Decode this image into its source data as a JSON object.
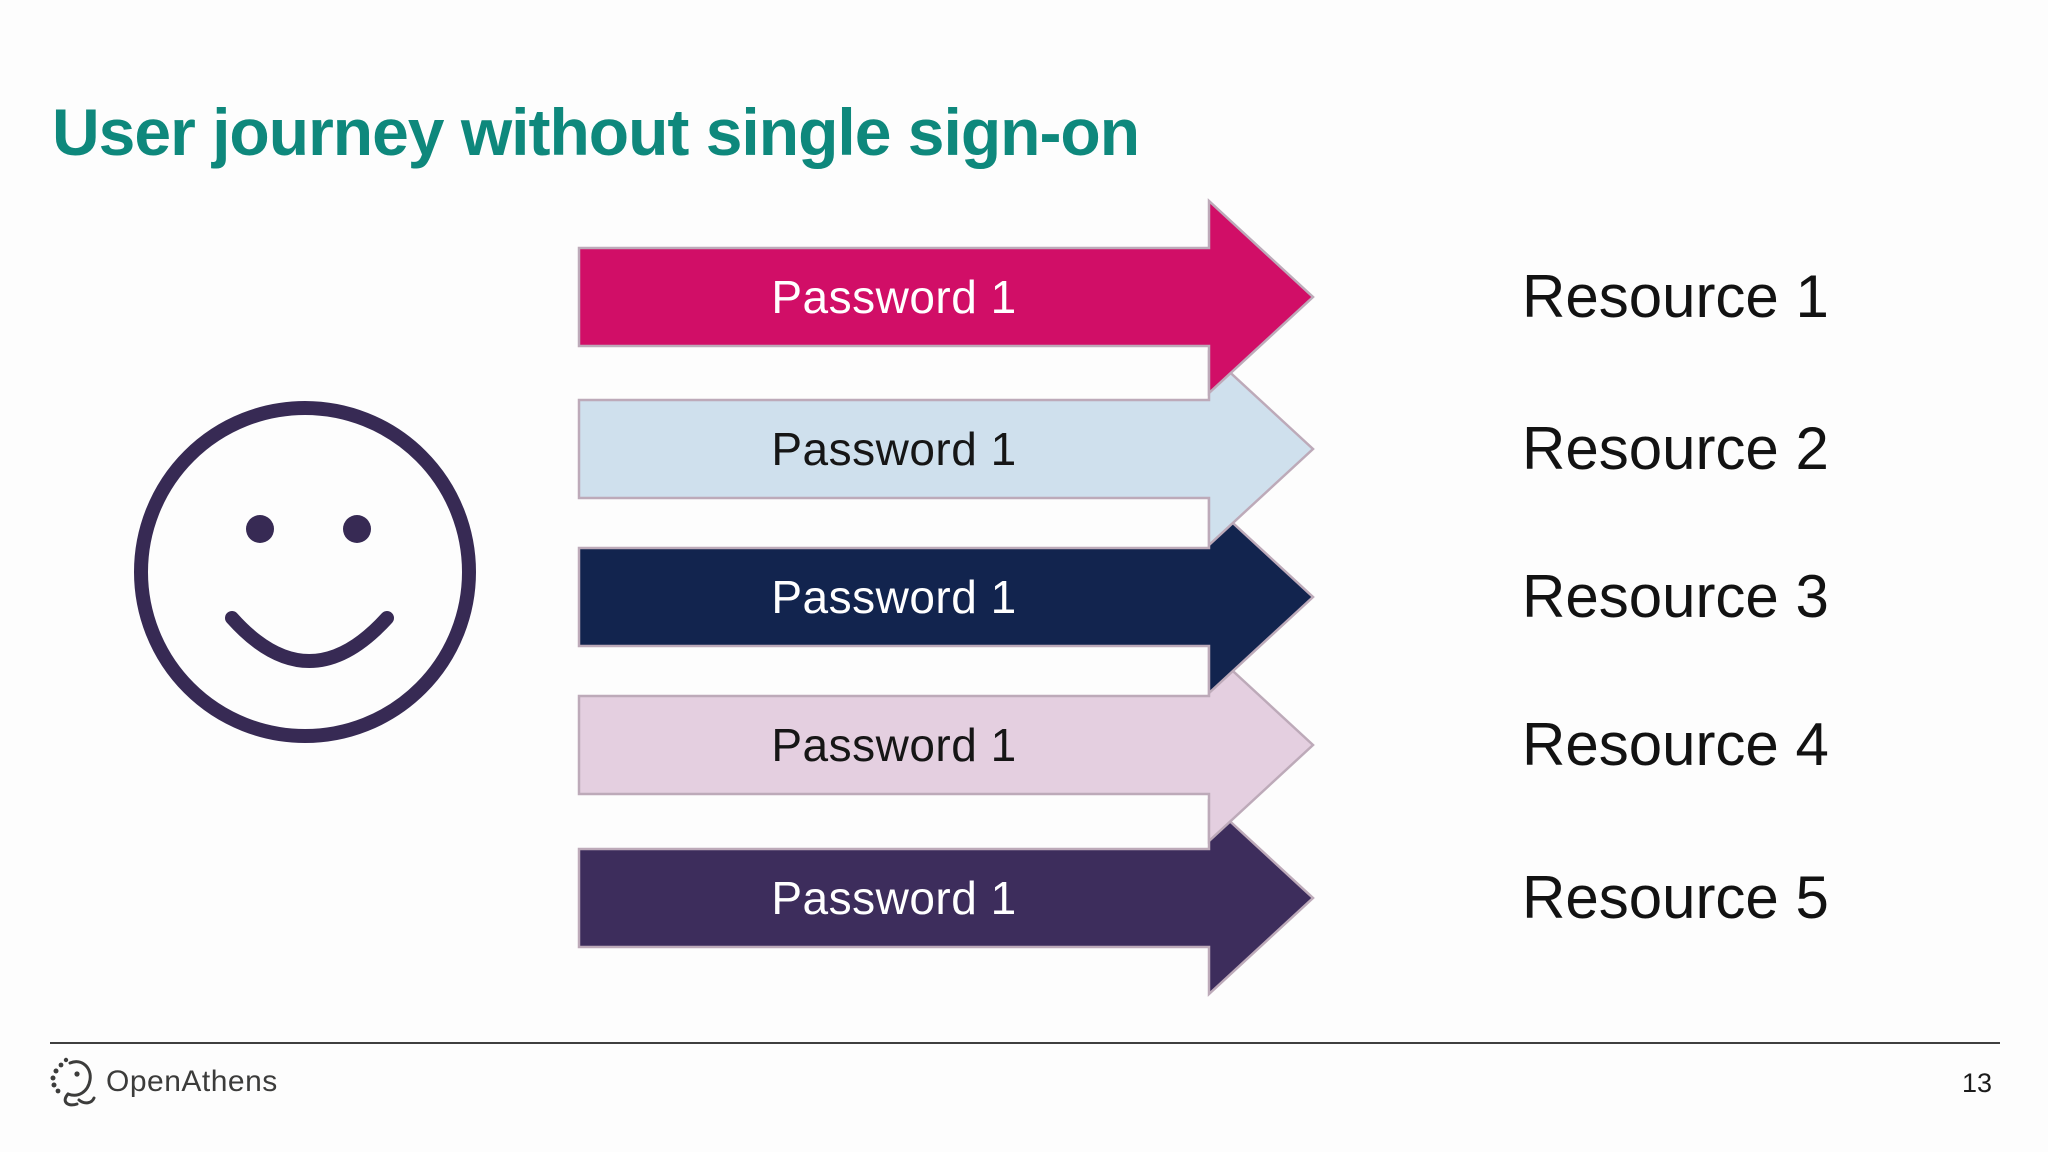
{
  "slide": {
    "title": "User journey without single sign-on"
  },
  "colors": {
    "title": "#0e887c",
    "arrow_outline": "#bdaab9",
    "smiley_stroke": "#372a54",
    "resource_text": "#121212",
    "footer_text": "#3c3c3b"
  },
  "user_icon": "smiley-face",
  "arrows": [
    {
      "label": "Password 1",
      "color": "#d10e67",
      "label_color": "#ffffff"
    },
    {
      "label": "Password 1",
      "color": "#cfe0ed",
      "label_color": "#161616"
    },
    {
      "label": "Password 1",
      "color": "#12244e",
      "label_color": "#ffffff"
    },
    {
      "label": "Password 1",
      "color": "#e4cfe0",
      "label_color": "#161616"
    },
    {
      "label": "Password 1",
      "color": "#3d2d5c",
      "label_color": "#ffffff"
    }
  ],
  "resources": [
    {
      "label": "Resource 1"
    },
    {
      "label": "Resource 2"
    },
    {
      "label": "Resource 3"
    },
    {
      "label": "Resource 4"
    },
    {
      "label": "Resource 5"
    }
  ],
  "footer": {
    "logo_text": "OpenAthens",
    "page_number": "13"
  }
}
